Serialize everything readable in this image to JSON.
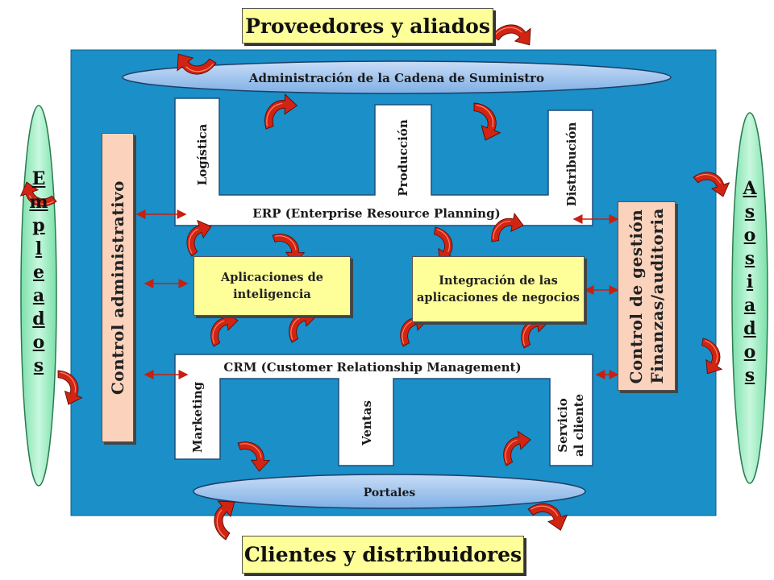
{
  "top_title": "Proveedores y aliados",
  "bottom_title": "Clientes y distribuidores",
  "supply_chain": "Administración de la Cadena de Suministro",
  "portales": "Portales",
  "erp": {
    "label": "ERP (Enterprise Resource Planning)",
    "modules": [
      "Logística",
      "Producción",
      "Distribución"
    ]
  },
  "crm": {
    "label": "CRM (Customer Relationship Management)",
    "modules": [
      "Marketing",
      "Ventas",
      "Servicio",
      "al cliente"
    ]
  },
  "intelligence_apps": "Aplicaciones de inteligencia",
  "business_integration": "Integración de las aplicaciones de negocios",
  "admin_control": "Control administrativo",
  "finance": [
    "Finanzas/auditoria",
    "Control de gestión"
  ],
  "employees": [
    "E",
    "m",
    "p",
    "l",
    "e",
    "a",
    "d",
    "o",
    "s"
  ],
  "partners": [
    "A",
    "s",
    "o",
    "s",
    "i",
    "a",
    "d",
    "o",
    "s"
  ],
  "colors": {
    "background_panel": "#1a8fc8",
    "yellow_box": "#ffff99",
    "salmon_box": "#fbd3bd",
    "green_oval": "#a8f0c8",
    "blue_oval": "#9fc4ee",
    "arrow_red": "#c62010"
  },
  "icons": [
    "curved-arrow-icon",
    "double-arrow-icon"
  ]
}
